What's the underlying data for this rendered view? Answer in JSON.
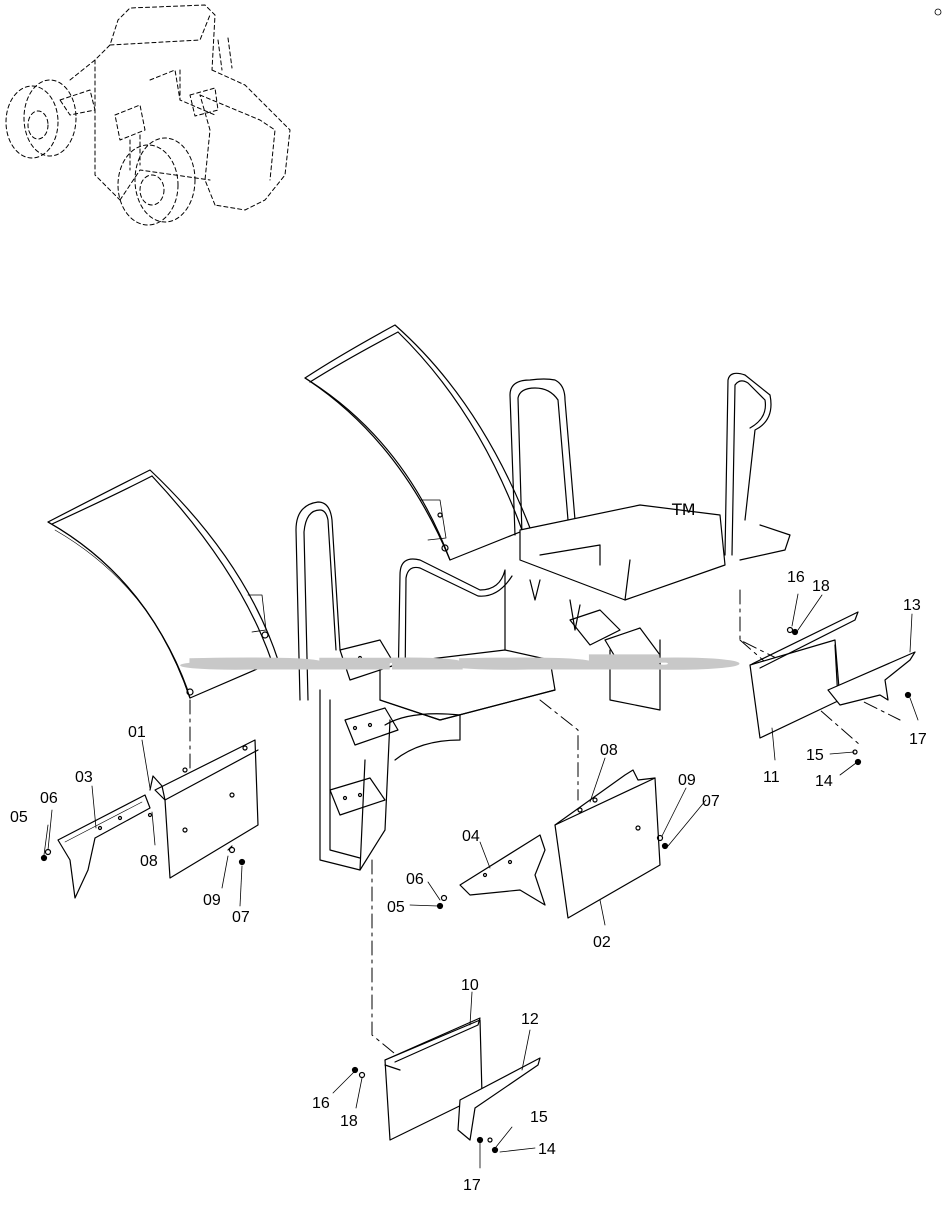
{
  "watermark": {
    "text": "anab",
    "tm": "TM",
    "color": "#c8c8c8"
  },
  "callouts": [
    {
      "id": "c01",
      "text": "01"
    },
    {
      "id": "c02",
      "text": "02"
    },
    {
      "id": "c03",
      "text": "03"
    },
    {
      "id": "c04",
      "text": "04"
    },
    {
      "id": "c05a",
      "text": "05"
    },
    {
      "id": "c05b",
      "text": "05"
    },
    {
      "id": "c06a",
      "text": "06"
    },
    {
      "id": "c06b",
      "text": "06"
    },
    {
      "id": "c07a",
      "text": "07"
    },
    {
      "id": "c07b",
      "text": "07"
    },
    {
      "id": "c08a",
      "text": "08"
    },
    {
      "id": "c08b",
      "text": "08"
    },
    {
      "id": "c09a",
      "text": "09"
    },
    {
      "id": "c09b",
      "text": "09"
    },
    {
      "id": "c10",
      "text": "10"
    },
    {
      "id": "c11",
      "text": "11"
    },
    {
      "id": "c12",
      "text": "12"
    },
    {
      "id": "c13",
      "text": "13"
    },
    {
      "id": "c14a",
      "text": "14"
    },
    {
      "id": "c14b",
      "text": "14"
    },
    {
      "id": "c15a",
      "text": "15"
    },
    {
      "id": "c15b",
      "text": "15"
    },
    {
      "id": "c16a",
      "text": "16"
    },
    {
      "id": "c16b",
      "text": "16"
    },
    {
      "id": "c17a",
      "text": "17"
    },
    {
      "id": "c17b",
      "text": "17"
    },
    {
      "id": "c18a",
      "text": "18"
    },
    {
      "id": "c18b",
      "text": "18"
    }
  ]
}
